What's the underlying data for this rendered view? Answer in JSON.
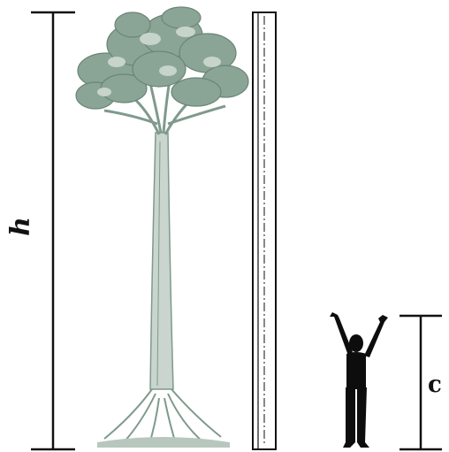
{
  "labels": {
    "height_total": "h",
    "height_person": "c"
  },
  "colors": {
    "tree_foliage": "#7f9a8c",
    "tree_trunk": "#9fb3a8",
    "ink": "#111111",
    "silhouette": "#0d0d0d"
  },
  "icons": {
    "tree": "tree-illustration",
    "pole": "measuring-pole",
    "person": "person-silhouette"
  }
}
